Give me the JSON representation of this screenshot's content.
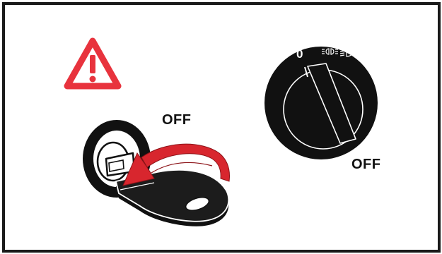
{
  "ignition": {
    "state_label": "OFF"
  },
  "light_switch": {
    "position_zero": "0",
    "state_label": "OFF"
  },
  "icons": {
    "warning": "warning-triangle-icon",
    "parking_lights": "parking-lights-icon",
    "headlights": "headlights-icon",
    "turn_arrow": "turn-counterclockwise-arrow-icon",
    "key": "ignition-key-icon"
  },
  "colors": {
    "warning_red": "#e8333d",
    "arrow_red": "#d8262e",
    "knob_black": "#111111",
    "frame": "#1a1a1a"
  }
}
